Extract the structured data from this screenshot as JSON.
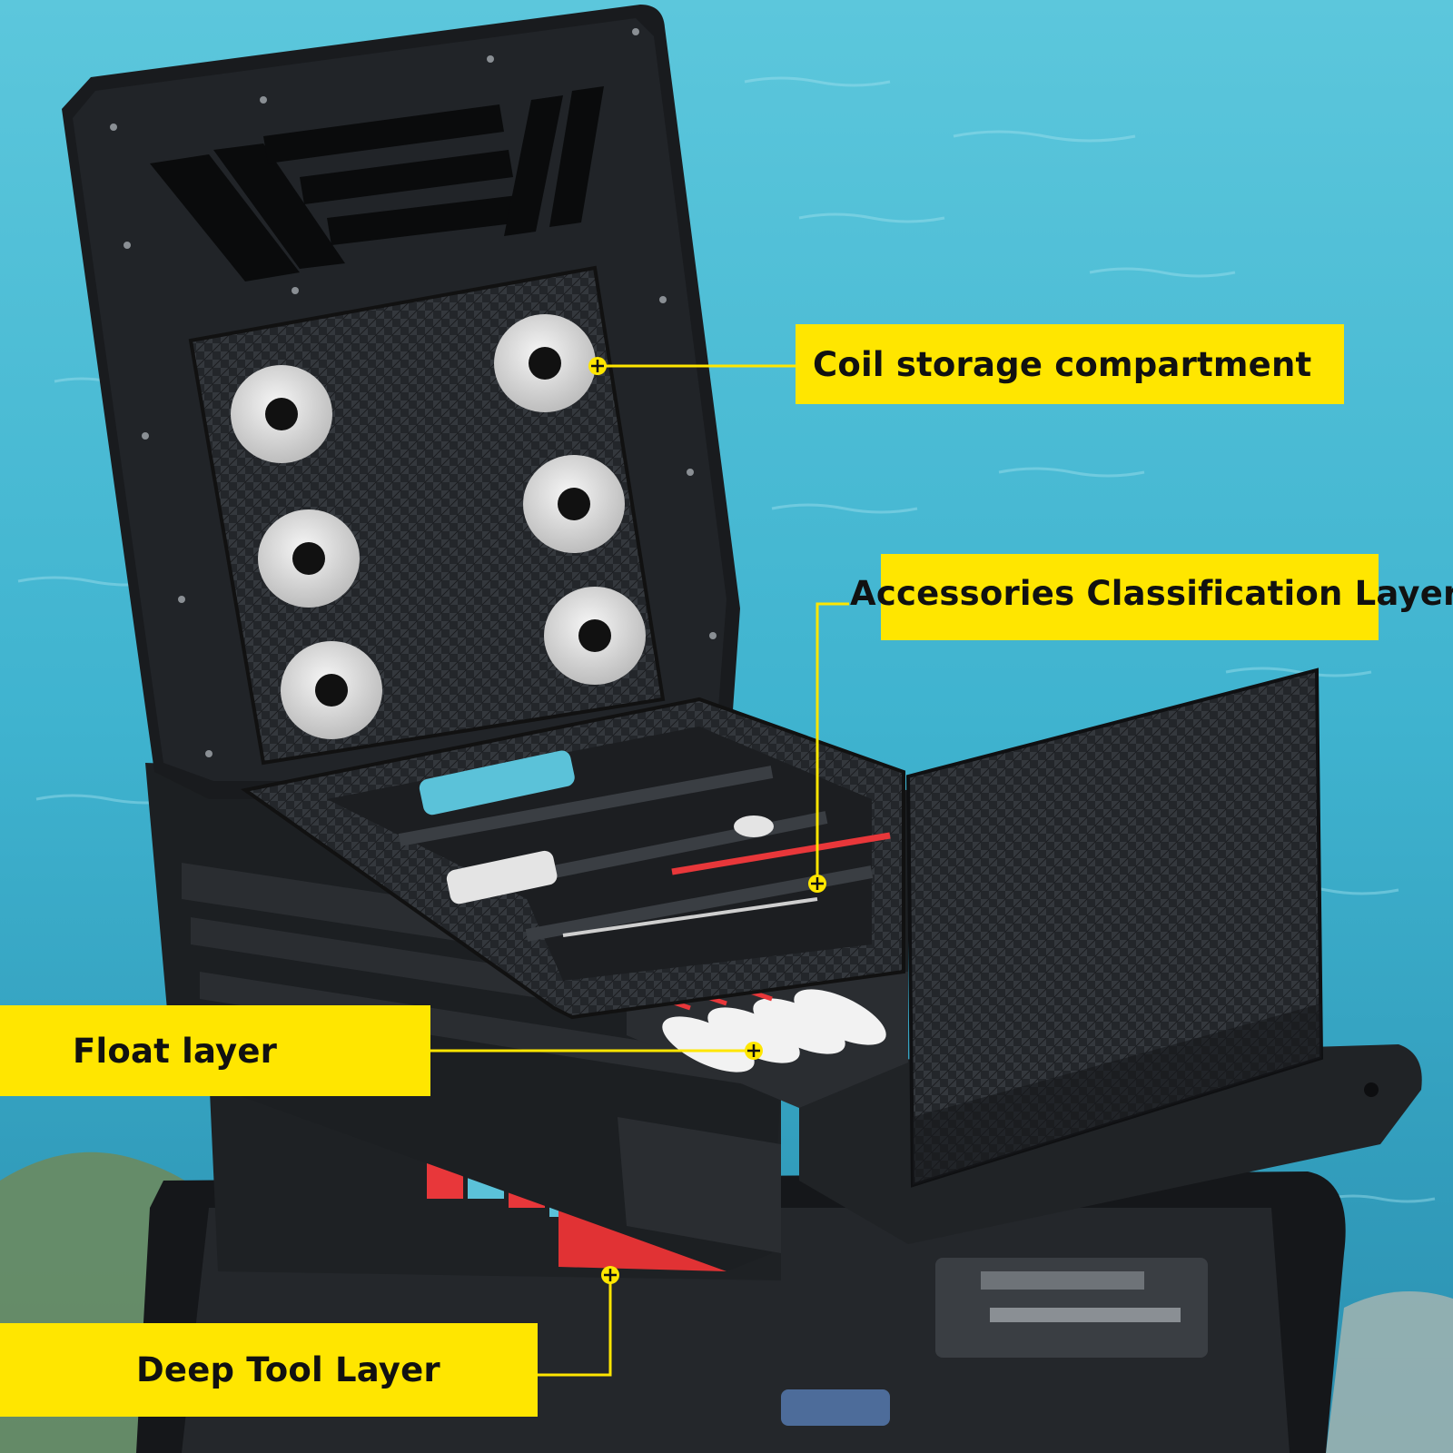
{
  "colors": {
    "water": "#3fb3cf",
    "callout_background": "#ffe600",
    "callout_text": "#111111",
    "leader_line": "#ffe600",
    "box_body": "#1c1f22",
    "carbon_fiber": "#2a2d31",
    "spool": "#e6e6e6"
  },
  "callouts": {
    "coil_storage": "Coil storage compartment",
    "accessories_layer": "Accessories Classification Layer",
    "float_layer": "Float layer",
    "deep_tool_layer": "Deep Tool Layer"
  },
  "icons": {
    "marker": "crosshair-marker-icon"
  }
}
